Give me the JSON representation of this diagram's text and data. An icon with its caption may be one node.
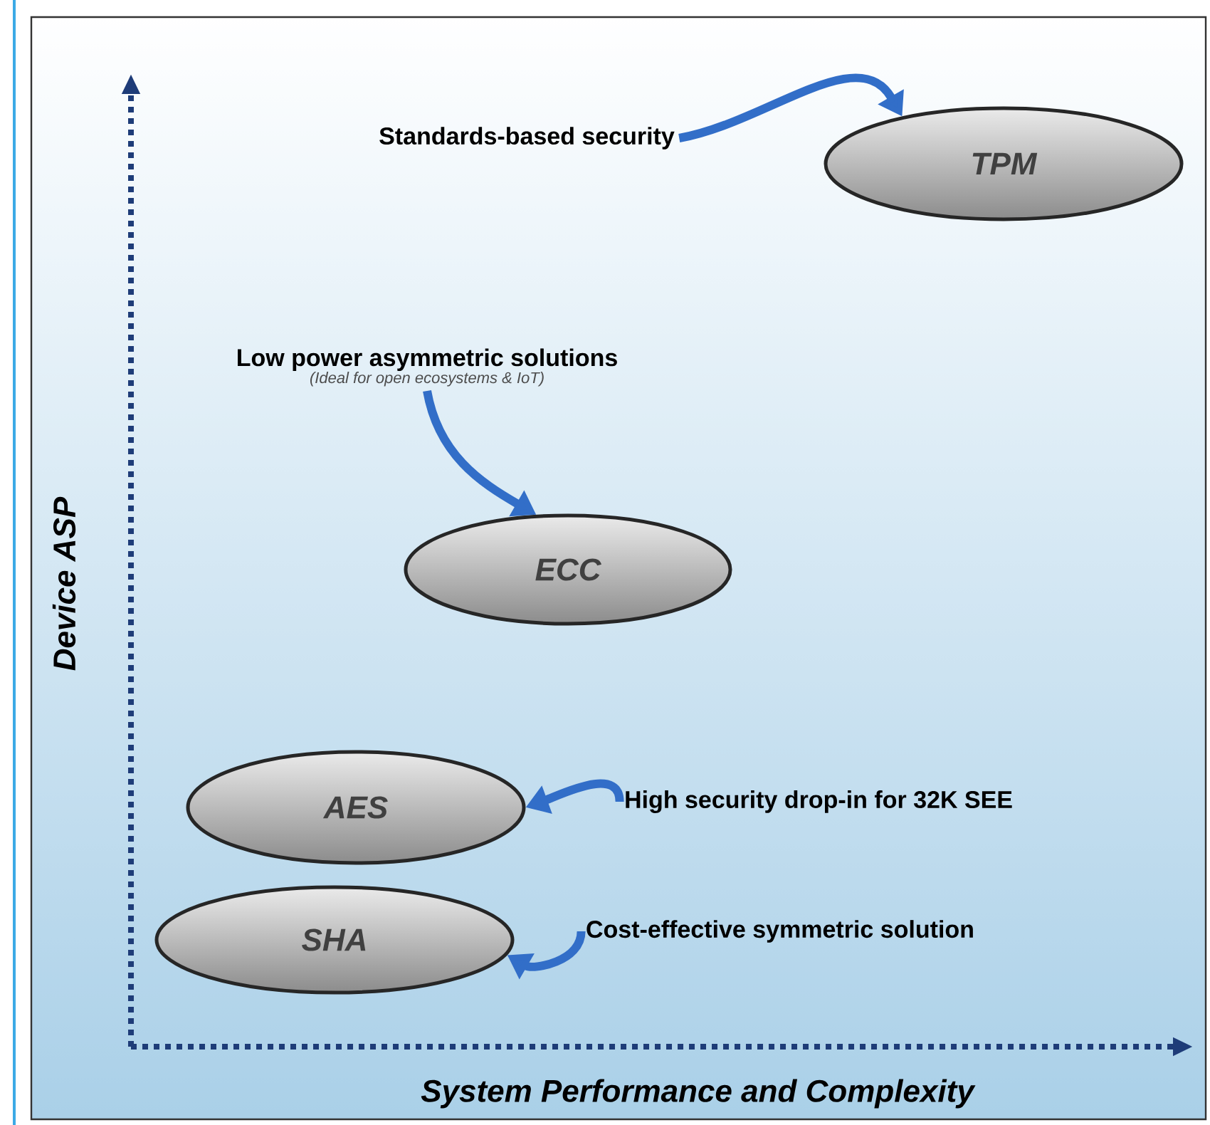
{
  "diagram": {
    "nodes": [
      {
        "text": [
          "Standards-based security"
        ]
      },
      {
        "text": [
          "TPM"
        ]
      },
      {
        "text": [
          "Low power asymmetric solutions",
          "(Ideal for open ecosystems & IoT)"
        ]
      },
      {
        "text": [
          "ECC"
        ]
      },
      {
        "text": [
          "AES"
        ]
      },
      {
        "text": [
          "High security drop-in for 32K SEE"
        ]
      },
      {
        "text": [
          "SHA"
        ]
      },
      {
        "text": [
          "Cost-effective symmetric solution"
        ]
      }
    ],
    "edges": [
      {
        "from": 0,
        "to": 1,
        "arrow": "to"
      },
      {
        "from": 2,
        "to": 3,
        "arrow": "to"
      },
      {
        "from": 5,
        "to": 4,
        "arrow": "to"
      },
      {
        "from": 7,
        "to": 6,
        "arrow": "to"
      }
    ],
    "labels": [
      "Device ASP",
      "System Performance and Complexity"
    ]
  }
}
